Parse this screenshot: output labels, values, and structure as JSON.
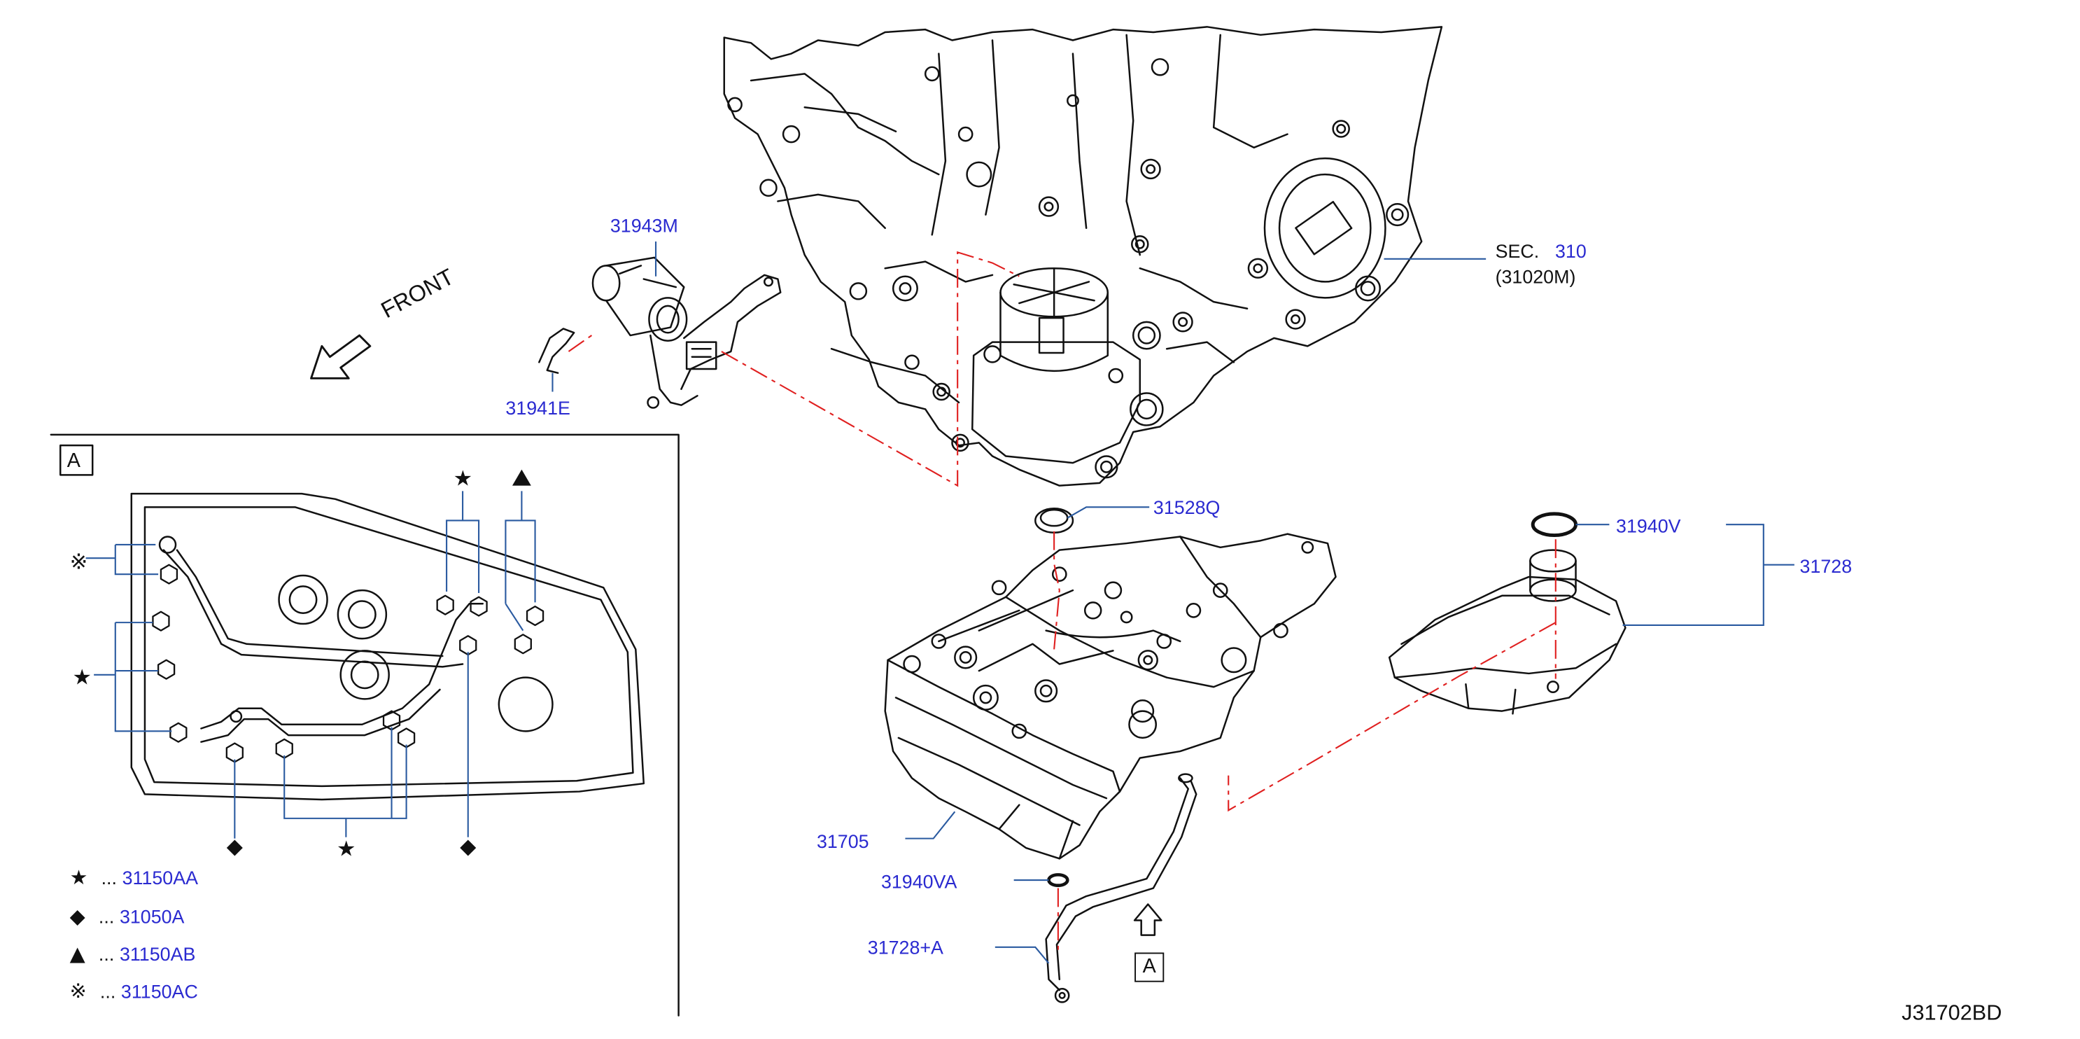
{
  "diagram": {
    "code": "J31702BD",
    "front_label": "FRONT",
    "section": {
      "prefix": "SEC.",
      "number": "310",
      "sub": "(31020M)"
    },
    "view_marker": "A",
    "callouts": [
      {
        "id": "solenoid",
        "part": "31943M"
      },
      {
        "id": "clip",
        "part": "31941E"
      },
      {
        "id": "seal",
        "part": "31528Q"
      },
      {
        "id": "oring_top",
        "part": "31940V"
      },
      {
        "id": "strainer",
        "part": "31728"
      },
      {
        "id": "control_valve",
        "part": "31705"
      },
      {
        "id": "oring_pipe",
        "part": "31940VA"
      },
      {
        "id": "pipe",
        "part": "31728+A"
      }
    ],
    "legend": [
      {
        "symbol": "★",
        "dots": "...",
        "part": "31150AA"
      },
      {
        "symbol": "◆",
        "dots": "...",
        "part": "31050A"
      },
      {
        "symbol": "▲",
        "dots": "...",
        "part": "31150AB"
      },
      {
        "symbol": "※",
        "dots": "...",
        "part": "31150AC"
      }
    ],
    "colors": {
      "callout_text": "#2a2ad0",
      "leader_line": "#2a5aa0",
      "phantom_line": "#e02020",
      "drawing": "#111111"
    }
  }
}
